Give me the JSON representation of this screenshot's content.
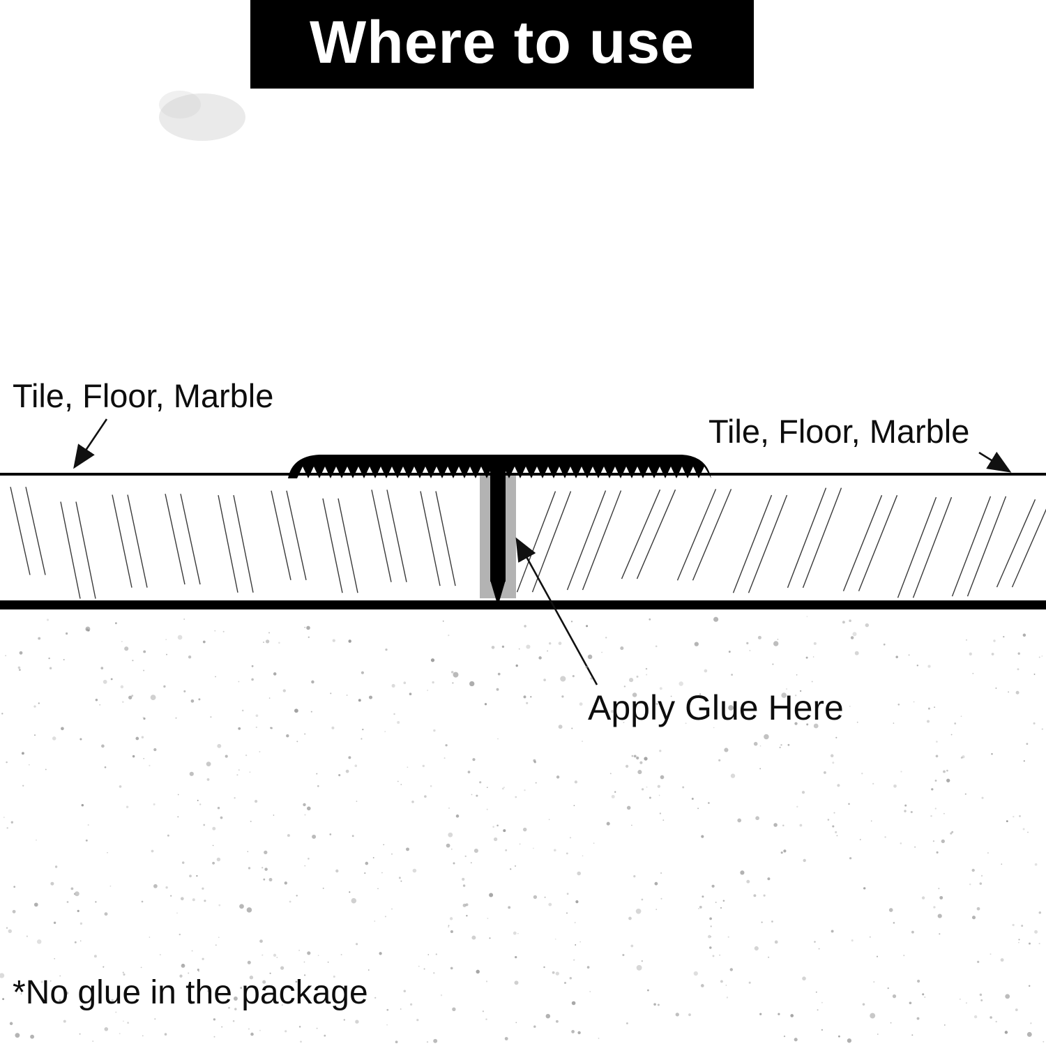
{
  "title": "Where to use",
  "labels": {
    "left_tile": "Tile, Floor, Marble",
    "right_tile": "Tile, Floor, Marble",
    "glue": "Apply Glue Here",
    "footnote": "*No glue in the package"
  },
  "colors": {
    "molding": "#000000",
    "channel": "#b3b3b3",
    "hatch": "#3a3a3a",
    "speckle": "#8f8f8f",
    "speckle_dark": "#7a7a7a",
    "arrow": "#111111",
    "title_bg": "#000000",
    "title_fg": "#ffffff"
  }
}
